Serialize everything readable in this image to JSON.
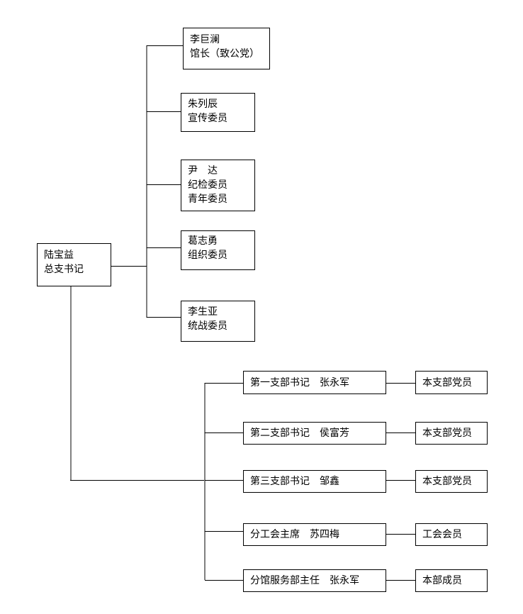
{
  "root": {
    "name": "陆宝益",
    "title": "总支书记"
  },
  "committee": [
    {
      "lines": [
        "李巨澜",
        "馆长（致公党）"
      ]
    },
    {
      "lines": [
        "朱列辰",
        "宣传委员"
      ]
    },
    {
      "lines": [
        "尹　达",
        "纪检委员",
        "青年委员"
      ]
    },
    {
      "lines": [
        "葛志勇",
        "组织委员"
      ]
    },
    {
      "lines": [
        "李生亚",
        "统战委员"
      ]
    }
  ],
  "branches": [
    {
      "label": "第一支部书记　张永军",
      "members": "本支部党员"
    },
    {
      "label": "第二支部书记　侯富芳",
      "members": "本支部党员"
    },
    {
      "label": "第三支部书记　邹鑫",
      "members": "本支部党员"
    },
    {
      "label": "分工会主席　苏四梅",
      "members": "工会会员"
    },
    {
      "label": "分馆服务部主任　张永军",
      "members": "本部成员"
    }
  ]
}
